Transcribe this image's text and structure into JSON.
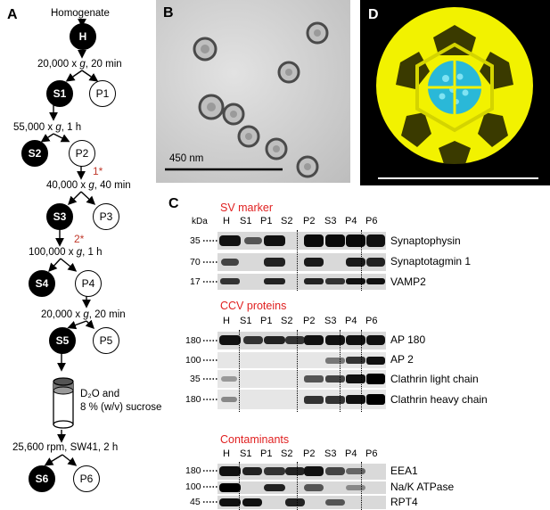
{
  "panels": {
    "a": "A",
    "b": "B",
    "c": "C",
    "d": "D"
  },
  "flow": {
    "start": "Homogenate",
    "H": "H",
    "step1": "20,000 x g, 20 min",
    "s1": "S1",
    "p1": "P1",
    "step2": "55,000 x g, 1 h",
    "s2": "S2",
    "p2": "P2",
    "mark1": "1*",
    "step3": "40,000 x g, 40 min",
    "s3": "S3",
    "p3": "P3",
    "mark2": "2*",
    "step4": "100,000 x g, 1 h",
    "s4": "S4",
    "p4": "P4",
    "step5": "20,000 x g, 20 min",
    "s5": "S5",
    "p5": "P5",
    "tube1": "D₂O and",
    "tube2": "8 % (w/v) sucrose",
    "step6": "25,600 rpm, SW41, 2 h",
    "s6": "S6",
    "p6": "P6"
  },
  "em": {
    "scale": "450 nm"
  },
  "blots": {
    "lanes": [
      "H",
      "S1",
      "P1",
      "S2",
      "P2",
      "S3",
      "P4",
      "P6"
    ],
    "kda": "kDa",
    "sections": [
      {
        "title": "SV marker",
        "rows": [
          {
            "mw": "35",
            "protein": "Synaptophysin"
          },
          {
            "mw": "70",
            "protein": "Synaptotagmin 1"
          },
          {
            "mw": "17",
            "protein": "VAMP2"
          }
        ]
      },
      {
        "title": "CCV proteins",
        "rows": [
          {
            "mw": "180",
            "protein": "AP 180"
          },
          {
            "mw": "100",
            "protein": "AP 2"
          },
          {
            "mw": "35",
            "protein": "Clathrin light chain"
          },
          {
            "mw": "180",
            "protein": "Clathrin heavy chain"
          }
        ]
      },
      {
        "title": "Contaminants",
        "rows": [
          {
            "mw": "180",
            "protein": "EEA1"
          },
          {
            "mw": "100",
            "protein": "Na/K ATPase"
          },
          {
            "mw": "45",
            "protein": "RPT4"
          }
        ]
      }
    ]
  },
  "colors": {
    "red": "#e02020",
    "yellow": "#f2f200",
    "cyan": "#2ab8d8"
  }
}
